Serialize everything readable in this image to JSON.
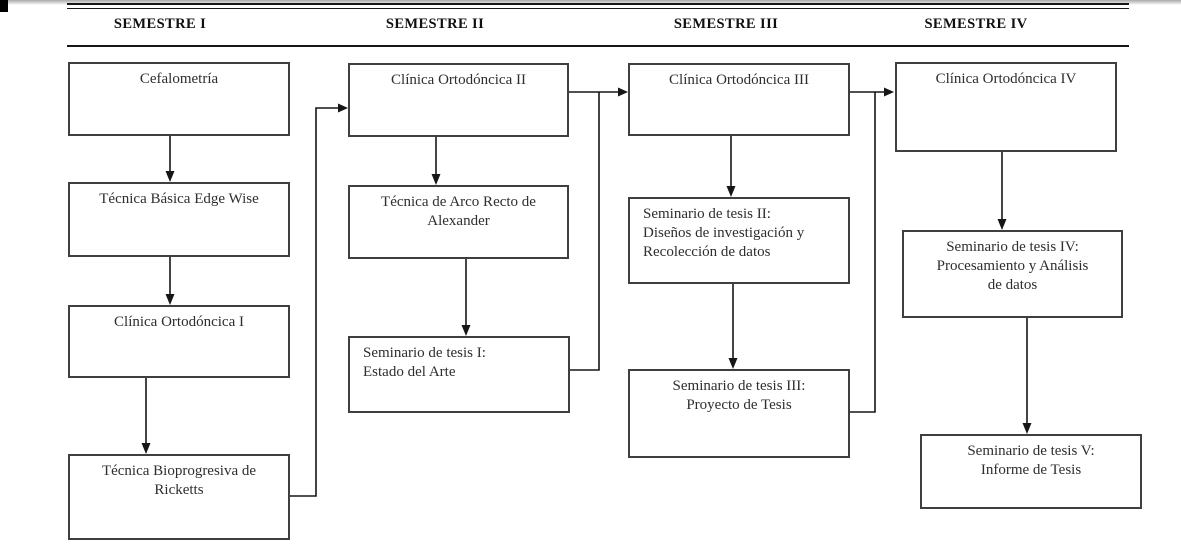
{
  "headers": {
    "s1": "SEMESTRE I",
    "s2": "SEMESTRE II",
    "s3": "SEMESTRE III",
    "s4": "SEMESTRE IV"
  },
  "nodes": {
    "cefalometria": {
      "semester": 1,
      "lines": [
        "Cefalometría"
      ]
    },
    "tecnica_basica_edge_wise": {
      "semester": 1,
      "lines": [
        "Técnica Básica Edge Wise"
      ]
    },
    "clinica_ortodoncica_1": {
      "semester": 1,
      "lines": [
        "Clínica Ortodóncica I"
      ]
    },
    "tecnica_bioprogresiva": {
      "semester": 1,
      "lines": [
        "Técnica Bioprogresiva de",
        "Ricketts"
      ]
    },
    "clinica_ortodoncica_2": {
      "semester": 2,
      "lines": [
        "Clínica Ortodóncica II"
      ]
    },
    "tecnica_arco_recto": {
      "semester": 2,
      "lines": [
        "Técnica de Arco Recto de",
        "Alexander"
      ]
    },
    "seminario_tesis_1": {
      "semester": 2,
      "lines": [
        "Seminario de tesis I:",
        "Estado del Arte"
      ]
    },
    "clinica_ortodoncica_3": {
      "semester": 3,
      "lines": [
        "Clínica Ortodóncica III"
      ]
    },
    "seminario_tesis_2": {
      "semester": 3,
      "lines": [
        "Seminario de tesis II:",
        "Diseños de investigación y",
        "Recolección de datos"
      ]
    },
    "seminario_tesis_3": {
      "semester": 3,
      "lines": [
        "Seminario de tesis III:",
        "Proyecto de Tesis"
      ]
    },
    "clinica_ortodoncica_4": {
      "semester": 4,
      "lines": [
        "Clínica Ortodóncica IV"
      ]
    },
    "seminario_tesis_4": {
      "semester": 4,
      "lines": [
        "Seminario de tesis IV:",
        "Procesamiento y Análisis",
        "de datos"
      ]
    },
    "seminario_tesis_5": {
      "semester": 4,
      "lines": [
        "Seminario de tesis V:",
        "Informe de Tesis"
      ]
    }
  },
  "edges": [
    {
      "from": "Cefalometría",
      "to": "Técnica Básica Edge Wise"
    },
    {
      "from": "Técnica Básica Edge Wise",
      "to": "Clínica Ortodóncica I"
    },
    {
      "from": "Clínica Ortodóncica I",
      "to": "Técnica Bioprogresiva de Ricketts"
    },
    {
      "from": "Técnica Bioprogresiva de Ricketts",
      "to": "Clínica Ortodóncica II"
    },
    {
      "from": "Clínica Ortodóncica II",
      "to": "Técnica de Arco Recto de Alexander"
    },
    {
      "from": "Técnica de Arco Recto de Alexander",
      "to": "Seminario de tesis I: Estado del Arte"
    },
    {
      "from": "Seminario de tesis I: Estado del Arte",
      "to": "Clínica Ortodóncica III"
    },
    {
      "from": "Clínica Ortodóncica II",
      "to": "Clínica Ortodóncica III"
    },
    {
      "from": "Clínica Ortodóncica III",
      "to": "Seminario de tesis II: Diseños de investigación y Recolección de datos"
    },
    {
      "from": "Seminario de tesis II: Diseños de investigación y Recolección de datos",
      "to": "Seminario de tesis III: Proyecto de Tesis"
    },
    {
      "from": "Seminario de tesis III: Proyecto de Tesis",
      "to": "Clínica Ortodóncica IV"
    },
    {
      "from": "Clínica Ortodóncica III",
      "to": "Clínica Ortodóncica IV"
    },
    {
      "from": "Clínica Ortodóncica IV",
      "to": "Seminario de tesis IV: Procesamiento y Análisis de datos"
    },
    {
      "from": "Seminario de tesis IV: Procesamiento y Análisis de datos",
      "to": "Seminario de tesis V: Informe de Tesis"
    }
  ],
  "colors": {
    "line": "#161616",
    "box_border": "#3f3f3f",
    "text": "#2e2e2e"
  }
}
